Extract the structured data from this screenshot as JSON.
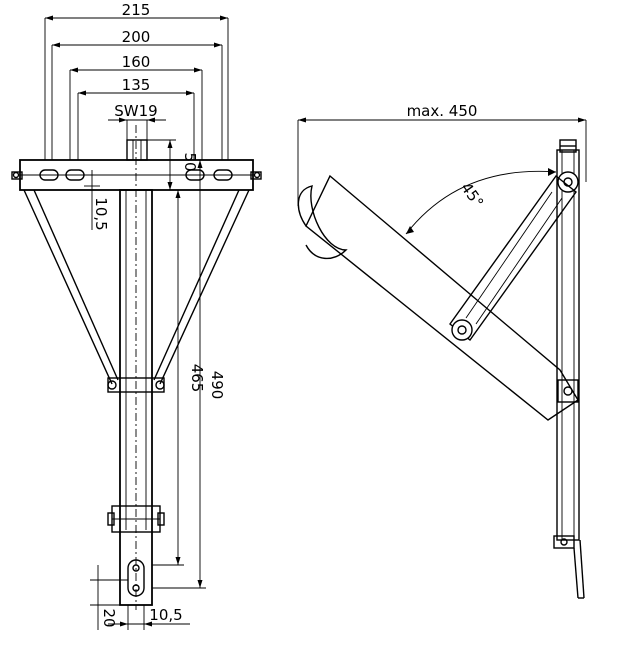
{
  "dimensions": {
    "width_215": "215",
    "width_200": "200",
    "width_160": "160",
    "width_135": "135",
    "wrench_size": "SW19",
    "height_50": "50",
    "offset_10_5_top": "10,5",
    "length_465": "465",
    "length_490": "490",
    "bottom_20": "20",
    "bottom_10_5": "10,5",
    "reach_max": "max. 450",
    "angle": "45°"
  }
}
